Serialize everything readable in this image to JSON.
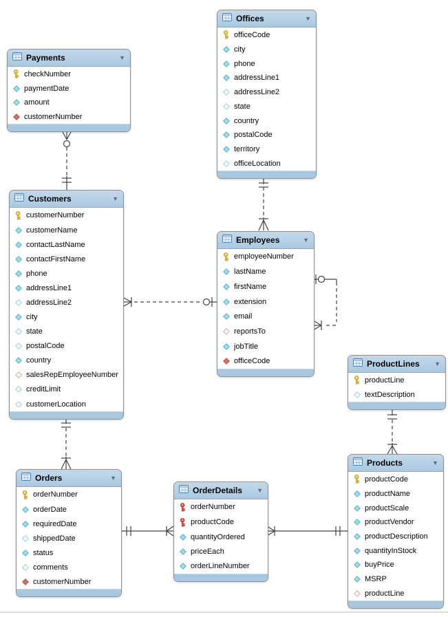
{
  "diagram": {
    "kind": "EER diagram",
    "colors": {
      "header_blue": "#aecbe2",
      "footer_blue": "#a9c7df",
      "primary_key_yellow": "#f2c94c",
      "primary_foreign_key_red": "#e2574c",
      "attribute_cyan": "#9be0ec",
      "foreign_key_red": "#dd6f62",
      "line_gray": "#404040"
    }
  },
  "entities": [
    {
      "id": "payments",
      "name": "Payments",
      "fields": [
        {
          "name": "checkNumber",
          "icon": "key"
        },
        {
          "name": "paymentDate",
          "icon": "attr"
        },
        {
          "name": "amount",
          "icon": "attr"
        },
        {
          "name": "customerNumber",
          "icon": "fk"
        }
      ]
    },
    {
      "id": "offices",
      "name": "Offices",
      "fields": [
        {
          "name": "officeCode",
          "icon": "key"
        },
        {
          "name": "city",
          "icon": "attr"
        },
        {
          "name": "phone",
          "icon": "attr"
        },
        {
          "name": "addressLine1",
          "icon": "attr"
        },
        {
          "name": "addressLine2",
          "icon": "attr-null"
        },
        {
          "name": "state",
          "icon": "attr-null"
        },
        {
          "name": "country",
          "icon": "attr"
        },
        {
          "name": "postalCode",
          "icon": "attr"
        },
        {
          "name": "territory",
          "icon": "attr"
        },
        {
          "name": "officeLocation",
          "icon": "attr-null"
        }
      ]
    },
    {
      "id": "customers",
      "name": "Customers",
      "fields": [
        {
          "name": "customerNumber",
          "icon": "key"
        },
        {
          "name": "customerName",
          "icon": "attr"
        },
        {
          "name": "contactLastName",
          "icon": "attr"
        },
        {
          "name": "contactFirstName",
          "icon": "attr"
        },
        {
          "name": "phone",
          "icon": "attr"
        },
        {
          "name": "addressLine1",
          "icon": "attr"
        },
        {
          "name": "addressLine2",
          "icon": "attr-null"
        },
        {
          "name": "city",
          "icon": "attr"
        },
        {
          "name": "state",
          "icon": "attr-null"
        },
        {
          "name": "postalCode",
          "icon": "attr-null"
        },
        {
          "name": "country",
          "icon": "attr"
        },
        {
          "name": "salesRepEmployeeNumber",
          "icon": "fk-null"
        },
        {
          "name": "creditLimit",
          "icon": "attr-null"
        },
        {
          "name": "customerLocation",
          "icon": "attr-null"
        }
      ]
    },
    {
      "id": "employees",
      "name": "Employees",
      "fields": [
        {
          "name": "employeeNumber",
          "icon": "key"
        },
        {
          "name": "lastName",
          "icon": "attr"
        },
        {
          "name": "firstName",
          "icon": "attr"
        },
        {
          "name": "extension",
          "icon": "attr"
        },
        {
          "name": "email",
          "icon": "attr"
        },
        {
          "name": "reportsTo",
          "icon": "fk-null"
        },
        {
          "name": "jobTitle",
          "icon": "attr"
        },
        {
          "name": "officeCode",
          "icon": "fk"
        }
      ]
    },
    {
      "id": "productlines",
      "name": "ProductLines",
      "fields": [
        {
          "name": "productLine",
          "icon": "key"
        },
        {
          "name": "textDescription",
          "icon": "attr-null"
        }
      ]
    },
    {
      "id": "orders",
      "name": "Orders",
      "fields": [
        {
          "name": "orderNumber",
          "icon": "key"
        },
        {
          "name": "orderDate",
          "icon": "attr"
        },
        {
          "name": "requiredDate",
          "icon": "attr"
        },
        {
          "name": "shippedDate",
          "icon": "attr-null"
        },
        {
          "name": "status",
          "icon": "attr"
        },
        {
          "name": "comments",
          "icon": "attr-null"
        },
        {
          "name": "customerNumber",
          "icon": "fk"
        }
      ]
    },
    {
      "id": "orderdetails",
      "name": "OrderDetails",
      "fields": [
        {
          "name": "orderNumber",
          "icon": "key-fk"
        },
        {
          "name": "productCode",
          "icon": "key-fk"
        },
        {
          "name": "quantityOrdered",
          "icon": "attr"
        },
        {
          "name": "priceEach",
          "icon": "attr"
        },
        {
          "name": "orderLineNumber",
          "icon": "attr"
        }
      ]
    },
    {
      "id": "products",
      "name": "Products",
      "fields": [
        {
          "name": "productCode",
          "icon": "key"
        },
        {
          "name": "productName",
          "icon": "attr"
        },
        {
          "name": "productScale",
          "icon": "attr"
        },
        {
          "name": "productVendor",
          "icon": "attr"
        },
        {
          "name": "productDescription",
          "icon": "attr"
        },
        {
          "name": "quantityInStock",
          "icon": "attr"
        },
        {
          "name": "buyPrice",
          "icon": "attr"
        },
        {
          "name": "MSRP",
          "icon": "attr"
        },
        {
          "name": "productLine",
          "icon": "fk-null"
        }
      ]
    }
  ],
  "relationships": [
    {
      "id": "customers-payments",
      "from": "Customers",
      "to": "Payments",
      "from_end": "exactly-one",
      "to_end": "zero-or-many",
      "line": "dashed"
    },
    {
      "id": "offices-employees",
      "from": "Offices",
      "to": "Employees",
      "from_end": "exactly-one",
      "to_end": "one-or-many",
      "line": "dashed"
    },
    {
      "id": "employees-customers",
      "from": "Employees",
      "to": "Customers",
      "from_end": "zero-or-one",
      "to_end": "one-or-many",
      "line": "dashed"
    },
    {
      "id": "employees-reportsto-self",
      "from": "Employees",
      "to": "Employees",
      "from_end": "zero-or-one",
      "to_end": "one-or-many",
      "line": "dashed"
    },
    {
      "id": "customers-orders",
      "from": "Customers",
      "to": "Orders",
      "from_end": "exactly-one",
      "to_end": "one-or-many",
      "line": "dashed"
    },
    {
      "id": "orders-orderdetails",
      "from": "Orders",
      "to": "OrderDetails",
      "from_end": "exactly-one",
      "to_end": "one-or-many",
      "line": "solid"
    },
    {
      "id": "products-orderdetails",
      "from": "Products",
      "to": "OrderDetails",
      "from_end": "exactly-one",
      "to_end": "one-or-many",
      "line": "solid"
    },
    {
      "id": "productlines-products",
      "from": "ProductLines",
      "to": "Products",
      "from_end": "exactly-one",
      "to_end": "one-or-many",
      "line": "dashed"
    }
  ]
}
